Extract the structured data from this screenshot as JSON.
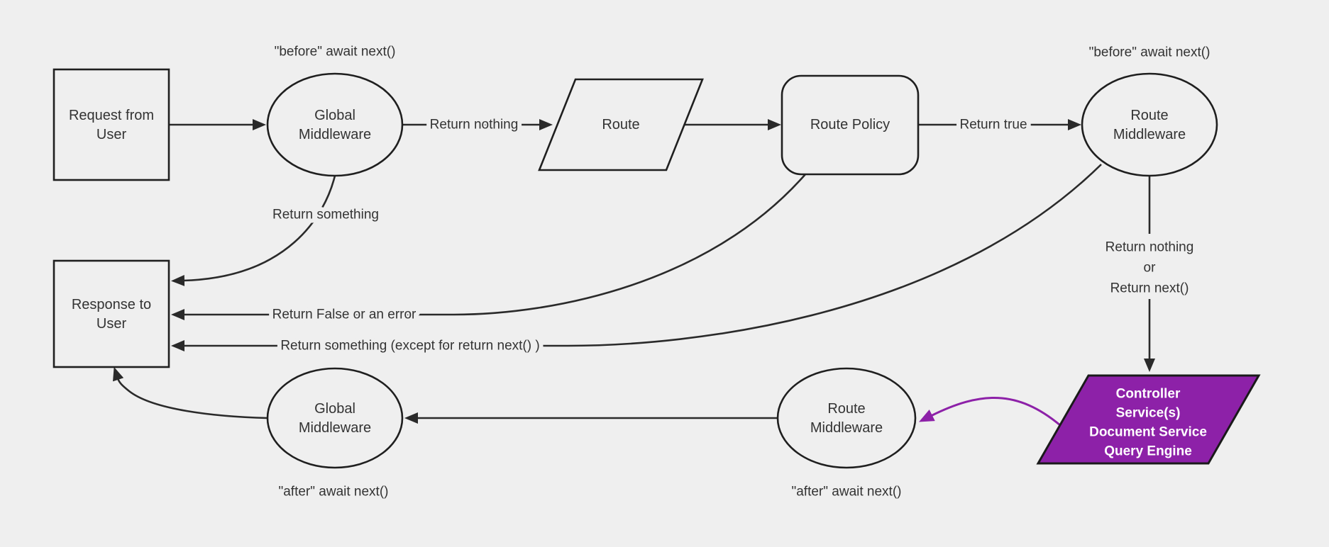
{
  "colors": {
    "background": "#efefef",
    "shape_stroke": "#1f1f1f",
    "edge_stroke": "#2a2a2a",
    "text": "#333333",
    "purple": "#8d21a8",
    "purple_text": "#ffffff"
  },
  "nodes": {
    "request": {
      "lines": [
        "Request from",
        "User"
      ]
    },
    "global_middleware_top": {
      "lines": [
        "Global",
        "Middleware"
      ]
    },
    "route": {
      "lines": [
        "Route"
      ]
    },
    "route_policy": {
      "lines": [
        "Route Policy"
      ]
    },
    "route_middleware_top": {
      "lines": [
        "Route",
        "Middleware"
      ]
    },
    "response": {
      "lines": [
        "Response to",
        "User"
      ]
    },
    "controller": {
      "lines": [
        "Controller",
        "Service(s)",
        "Document Service",
        "Query Engine"
      ]
    },
    "route_middleware_bottom": {
      "lines": [
        "Route",
        "Middleware"
      ]
    },
    "global_middleware_bottom": {
      "lines": [
        "Global",
        "Middleware"
      ]
    }
  },
  "annotations": {
    "before_left": "\"before\" await next()",
    "before_right": "\"before\" await next()",
    "after_left": "\"after\" await next()",
    "after_right": "\"after\" await next()"
  },
  "edge_labels": {
    "return_nothing": "Return nothing",
    "return_true": "Return true",
    "return_something": "Return something",
    "return_false": "Return False or an error",
    "return_something_except": "Return something (except for return next() )",
    "return_nothing_or": [
      "Return nothing",
      "or",
      "Return next()"
    ]
  }
}
